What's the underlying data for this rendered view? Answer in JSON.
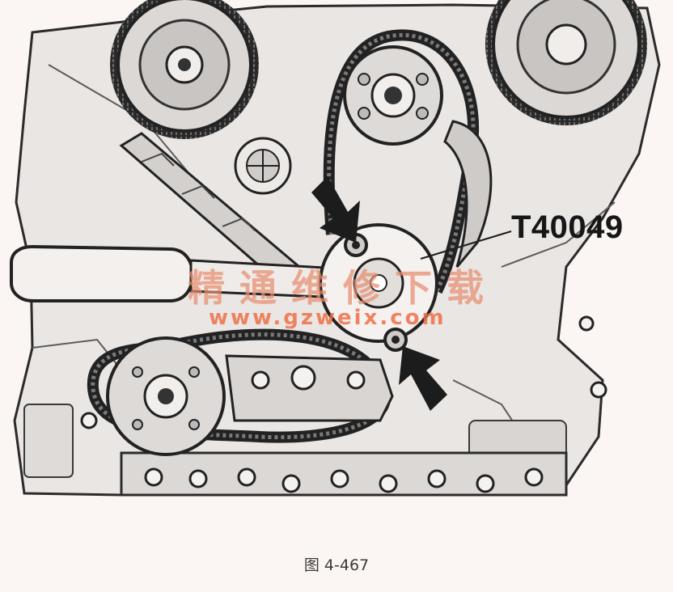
{
  "callout": {
    "tool_label": "T40049"
  },
  "watermark": {
    "brand": "精通维修下载",
    "url": "www.gzweix.com"
  },
  "caption": {
    "figure": "图 4-467"
  },
  "colors": {
    "paper": "#fbf6f3",
    "line": "#1e1e1e",
    "watermark": "#ea8a68"
  }
}
